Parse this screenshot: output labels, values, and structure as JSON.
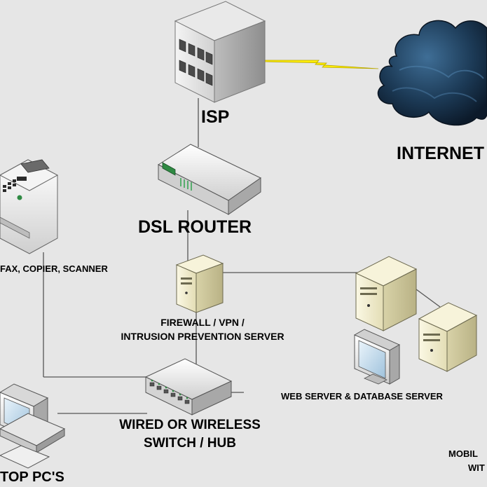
{
  "labels": {
    "isp": "ISP",
    "internet": "INTERNET",
    "dsl_router": "DSL ROUTER",
    "printer": "FAX, COPIER, SCANNER",
    "firewall_line1": "FIREWALL / VPN /",
    "firewall_line2": "INTRUSION PREVENTION SERVER",
    "switch_line1": "WIRED OR WIRELESS",
    "switch_line2": "SWITCH / HUB",
    "web_db": "WEB SERVER & DATABASE SERVER",
    "desktop": "TOP PC'S",
    "mobile_line1": "MOBIL",
    "mobile_line2": "WIT"
  },
  "colors": {
    "background": "#e6e6e6",
    "line": "#555555",
    "lightning": "#ffee00",
    "cloud": "#1b3a57",
    "server": "#f1edd2"
  }
}
